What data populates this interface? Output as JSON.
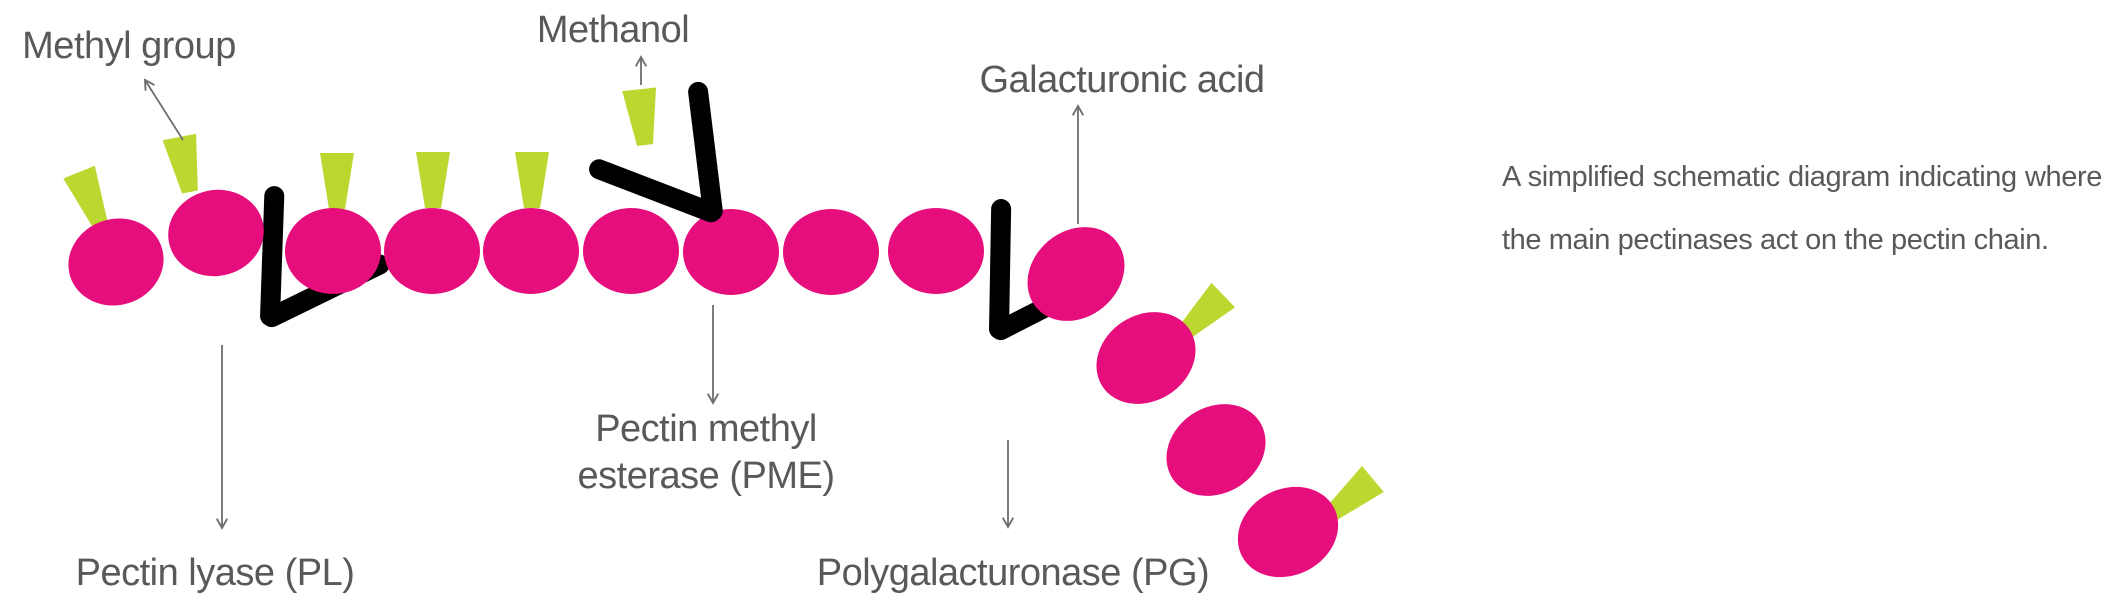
{
  "colors": {
    "backbone_magenta": "#e60d7c",
    "methyl_lime": "#bdd731",
    "pme_scissors_green": "#156b38",
    "label_gray": "#58595b",
    "arrow_gray": "#6d6e70",
    "background": "#ffffff"
  },
  "labels": {
    "methyl_group": "Methyl group",
    "methanol": "Methanol",
    "galacturonic_acid": "Galacturonic acid",
    "pme_line1": "Pectin methyl",
    "pme_line2": "esterase (PME)",
    "pectin_lyase": "Pectin lyase (PL)",
    "polygalacturonase": "Polygalacturonase (PG)"
  },
  "caption": "A simplified schematic diagram indicating where the main pectinases act on the pectin chain.",
  "diagram_facts": {
    "galacturonic_acid_units": 13,
    "attached_methyl_groups": 7,
    "released_methanol_molecules": 1,
    "enzymes": [
      {
        "abbr": "PL",
        "name": "Pectin lyase",
        "scissors_color": "#bdd731"
      },
      {
        "abbr": "PME",
        "name": "Pectin methyl esterase",
        "scissors_color": "#156b38"
      },
      {
        "abbr": "PG",
        "name": "Polygalacturonase",
        "scissors_color": "#bdd731"
      }
    ]
  }
}
